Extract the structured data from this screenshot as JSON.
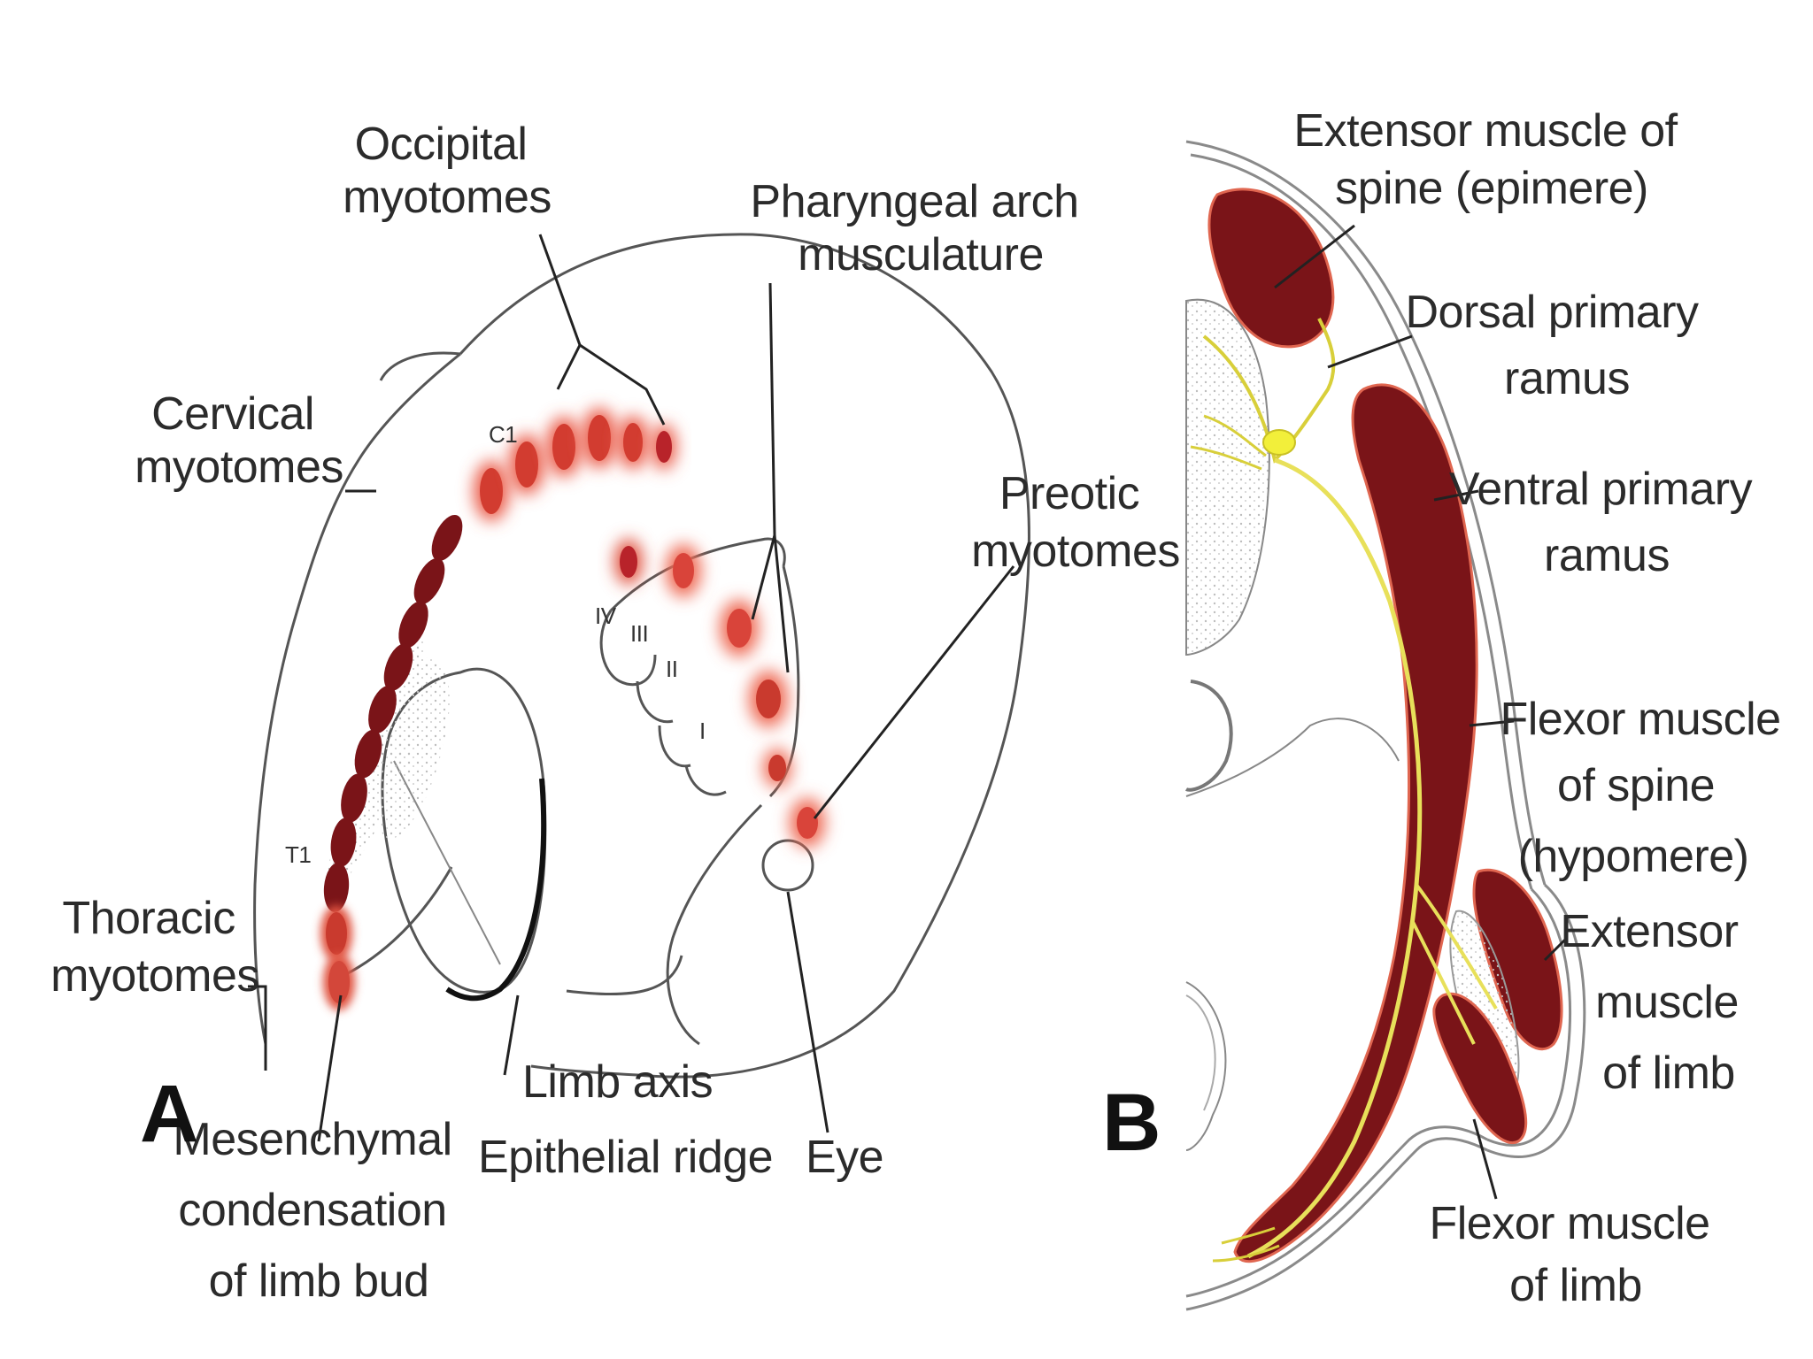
{
  "colors": {
    "muscle": "#7a1418",
    "myotome_light": "#e0533f",
    "nerve": "#e8e05a",
    "ganglion": "#f2ef3a",
    "background": "#ffffff"
  },
  "panel_a": {
    "letter": "A",
    "labels": {
      "occipital_1": "Occipital",
      "occipital_2": "myotomes",
      "pharyngeal_1": "Pharyngeal arch",
      "pharyngeal_2": "musculature",
      "cervical_1": "Cervical",
      "cervical_2": "myotomes",
      "preotic_1": "Preotic",
      "preotic_2": "myotomes",
      "thoracic_1": "Thoracic",
      "thoracic_2": "myotomes",
      "limb_axis": "Limb axis",
      "epithelial_ridge": "Epithelial ridge",
      "eye": "Eye",
      "mesenchymal_1": "Mesenchymal",
      "mesenchymal_2": "condensation",
      "mesenchymal_3": "of limb bud"
    },
    "small_marks": {
      "c1": "C1",
      "t1": "T1",
      "arch_4": "IV",
      "arch_3": "III",
      "arch_2": "II",
      "arch_1": "I"
    }
  },
  "panel_b": {
    "letter": "B",
    "labels": {
      "extensor_spine_1": "Extensor muscle of",
      "extensor_spine_2": "spine (epimere)",
      "dorsal_1": "Dorsal primary",
      "dorsal_2": "ramus",
      "ventral_1": "Ventral primary",
      "ventral_2": "ramus",
      "flexor_spine_1": "Flexor muscle",
      "flexor_spine_2": "of spine",
      "flexor_spine_3": "(hypomere)",
      "extensor_limb_1": "Extensor",
      "extensor_limb_2": "muscle",
      "extensor_limb_3": "of limb",
      "flexor_limb_1": "Flexor muscle",
      "flexor_limb_2": "of limb"
    }
  }
}
